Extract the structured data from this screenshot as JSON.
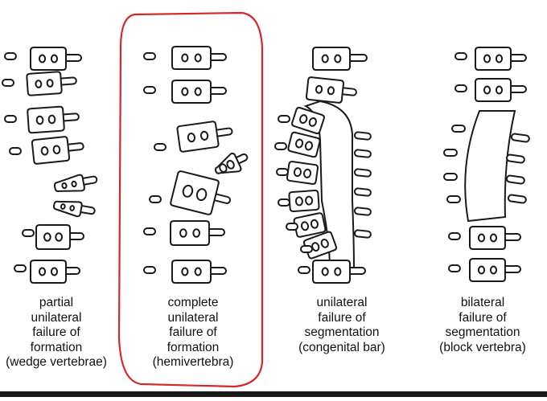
{
  "colors": {
    "outline": "#1a1a1a",
    "highlight": "#d62828",
    "background": "#ffffff"
  },
  "panels": [
    {
      "id": "partial",
      "type": "wedge",
      "highlighted": false,
      "caption_lines": [
        "partial",
        "unilateral",
        "failure of",
        "formation",
        "(wedge vertebrae)"
      ]
    },
    {
      "id": "complete",
      "type": "hemivertebra",
      "highlighted": true,
      "caption_lines": [
        "complete",
        "unilateral",
        "failure of",
        "formation",
        "(hemivertebra)"
      ]
    },
    {
      "id": "unilateral-segmentation",
      "type": "bar",
      "highlighted": false,
      "caption_lines": [
        "unilateral",
        "failure of",
        "segmentation",
        "(congenital bar)"
      ]
    },
    {
      "id": "bilateral-segmentation",
      "type": "block",
      "highlighted": false,
      "caption_lines": [
        "bilateral",
        "failure of",
        "segmentation",
        "(block vertebra)"
      ]
    }
  ]
}
